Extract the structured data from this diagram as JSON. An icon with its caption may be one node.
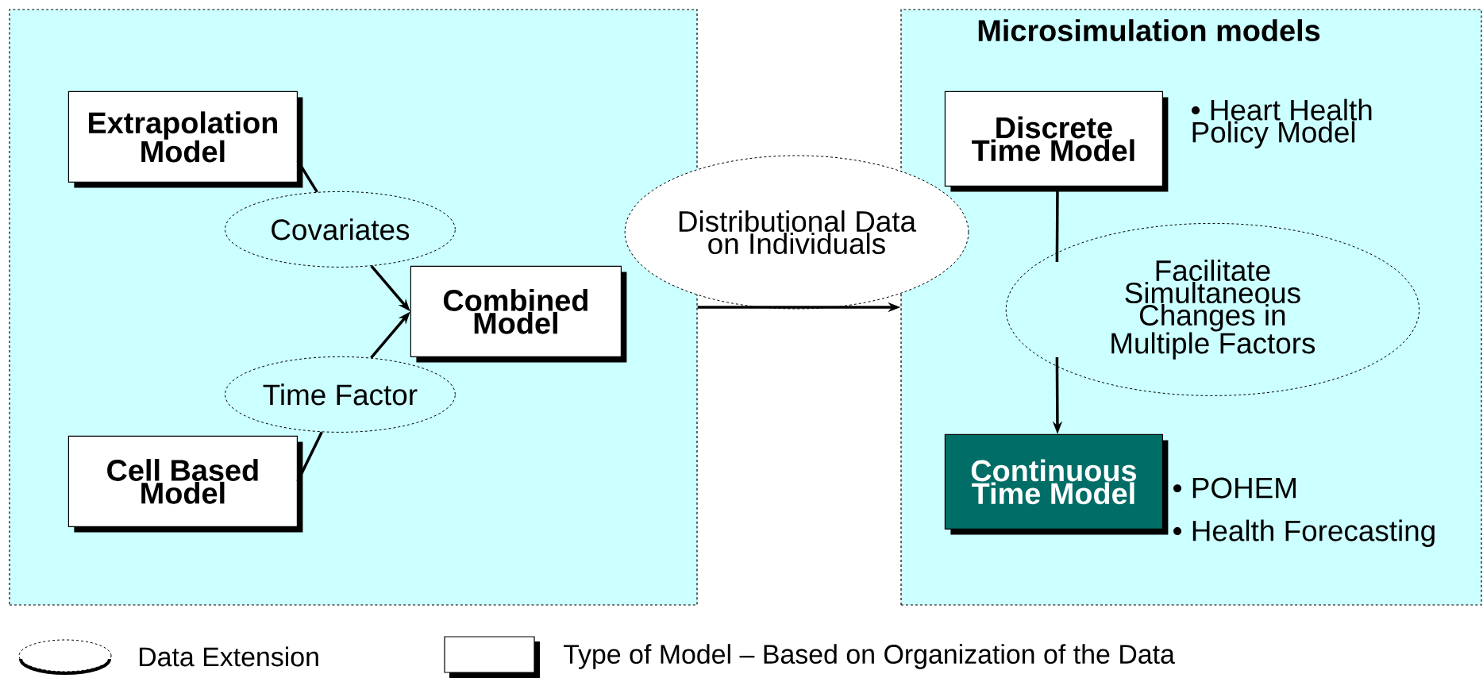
{
  "diagram": {
    "nodes": [
      {
        "text": [],
        "shape": "box"
      },
      {
        "text": [
          "Extrapolation Model"
        ],
        "in": 0
      },
      {
        "text": [
          "Covariates"
        ],
        "in": 0
      },
      {
        "text": [
          "Combined Model"
        ],
        "in": 0
      },
      {
        "text": [
          "Time Factor"
        ],
        "in": 0
      },
      {
        "text": [
          "Cell Based Model"
        ],
        "in": 0
      },
      {
        "text": [
          "Distributional Data on Individuals"
        ]
      },
      {
        "text": [
          "Microsimulation models"
        ]
      },
      {
        "text": [
          "Discrete Time Model"
        ],
        "in": 7,
        "beside": [
          "• Heart Health Policy Model"
        ]
      },
      {
        "text": [
          "Facilitate Simultaneous Changes in Multiple Factors"
        ],
        "in": 7
      },
      {
        "text": [
          "Continuous Time Model"
        ],
        "in": 7,
        "beside": [
          "• POHEM",
          "• Health Forecasting"
        ]
      }
    ],
    "edges": [
      {
        "from": 1,
        "to": 2,
        "arrow": "none"
      },
      {
        "from": 2,
        "to": 3,
        "arrow": "to"
      },
      {
        "from": 5,
        "to": 4,
        "arrow": "none"
      },
      {
        "from": 4,
        "to": 3,
        "arrow": "to"
      },
      {
        "from": 0,
        "to": 7,
        "arrow": "to"
      },
      {
        "from": 8,
        "to": 9,
        "arrow": "none"
      },
      {
        "from": 9,
        "to": 10,
        "arrow": "to"
      }
    ],
    "legend": [
      {
        "text": "Data Extension"
      },
      {
        "text": "Type of Model – Based on Organization of the Data"
      }
    ]
  }
}
